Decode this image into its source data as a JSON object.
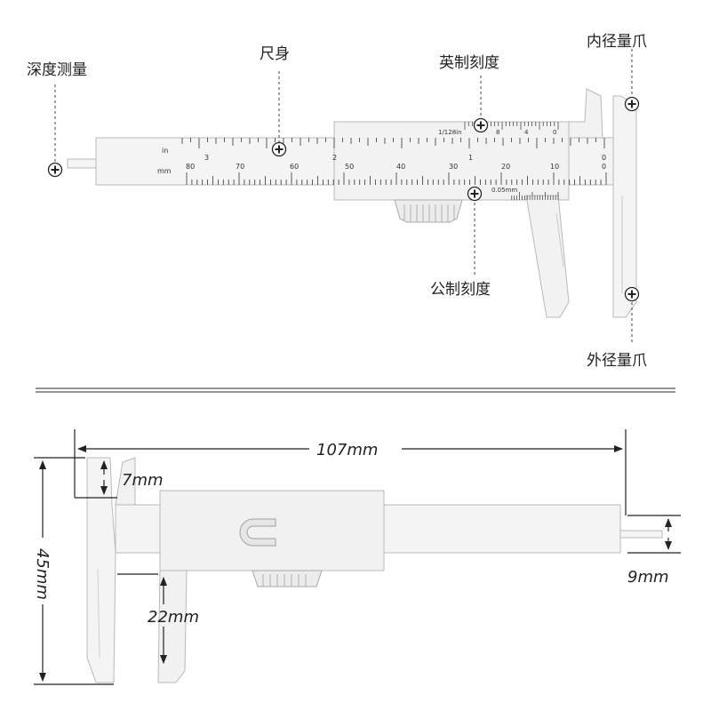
{
  "labels": {
    "depth_measure": "深度测量",
    "ruler_body": "尺身",
    "imperial_scale": "英制刻度",
    "inner_jaw": "内径量爪",
    "metric_scale": "公制刻度",
    "outer_jaw": "外径量爪"
  },
  "scale_marks": {
    "inch_unit": "in",
    "mm_unit": "mm",
    "inch_numbers": [
      "3",
      "2",
      "1",
      "0"
    ],
    "mm_numbers": [
      "80",
      "70",
      "60",
      "50",
      "40",
      "30",
      "20",
      "10",
      "0"
    ],
    "inch_resolution": "1/128in",
    "vernier_inch_numbers": [
      "8",
      "4",
      "0"
    ],
    "vernier_resolution": "0.05mm"
  },
  "dimensions": {
    "length": "107mm",
    "height": "45mm",
    "inner_jaw_depth": "7mm",
    "outer_jaw_depth": "22mm",
    "depth_rod": "9mm"
  },
  "icons": {
    "marker": "crosshair-plus-icon",
    "arrow": "arrow-head-icon"
  },
  "colors": {
    "caliper_fill": "#f4f4f4",
    "caliper_stroke": "#b9b9b9",
    "line": "#222222"
  }
}
